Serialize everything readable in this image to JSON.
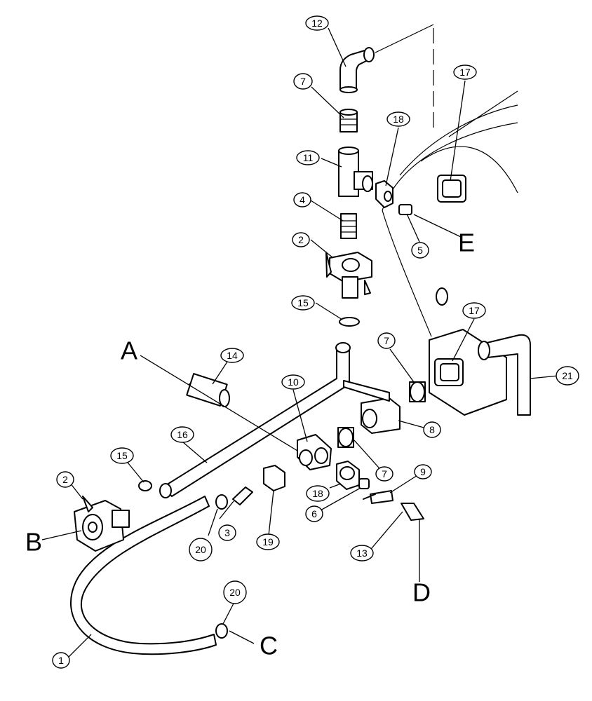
{
  "callouts": {
    "c12": "12",
    "c7a": "7",
    "c18a": "18",
    "c17a": "17",
    "c11": "11",
    "c4": "4",
    "c5": "5",
    "c2a": "2",
    "c15a": "15",
    "c17b": "17",
    "c14": "14",
    "c10": "10",
    "c7b": "7",
    "c21": "21",
    "c16": "16",
    "c8": "8",
    "c7c": "7",
    "c9": "9",
    "c2b": "2",
    "c15b": "15",
    "c18b": "18",
    "c6": "6",
    "c19": "19",
    "c3": "3",
    "c20a": "20",
    "c13": "13",
    "c20b": "20",
    "c1": "1"
  },
  "letters": {
    "A": "A",
    "B": "B",
    "C": "C",
    "D": "D",
    "E": "E"
  }
}
